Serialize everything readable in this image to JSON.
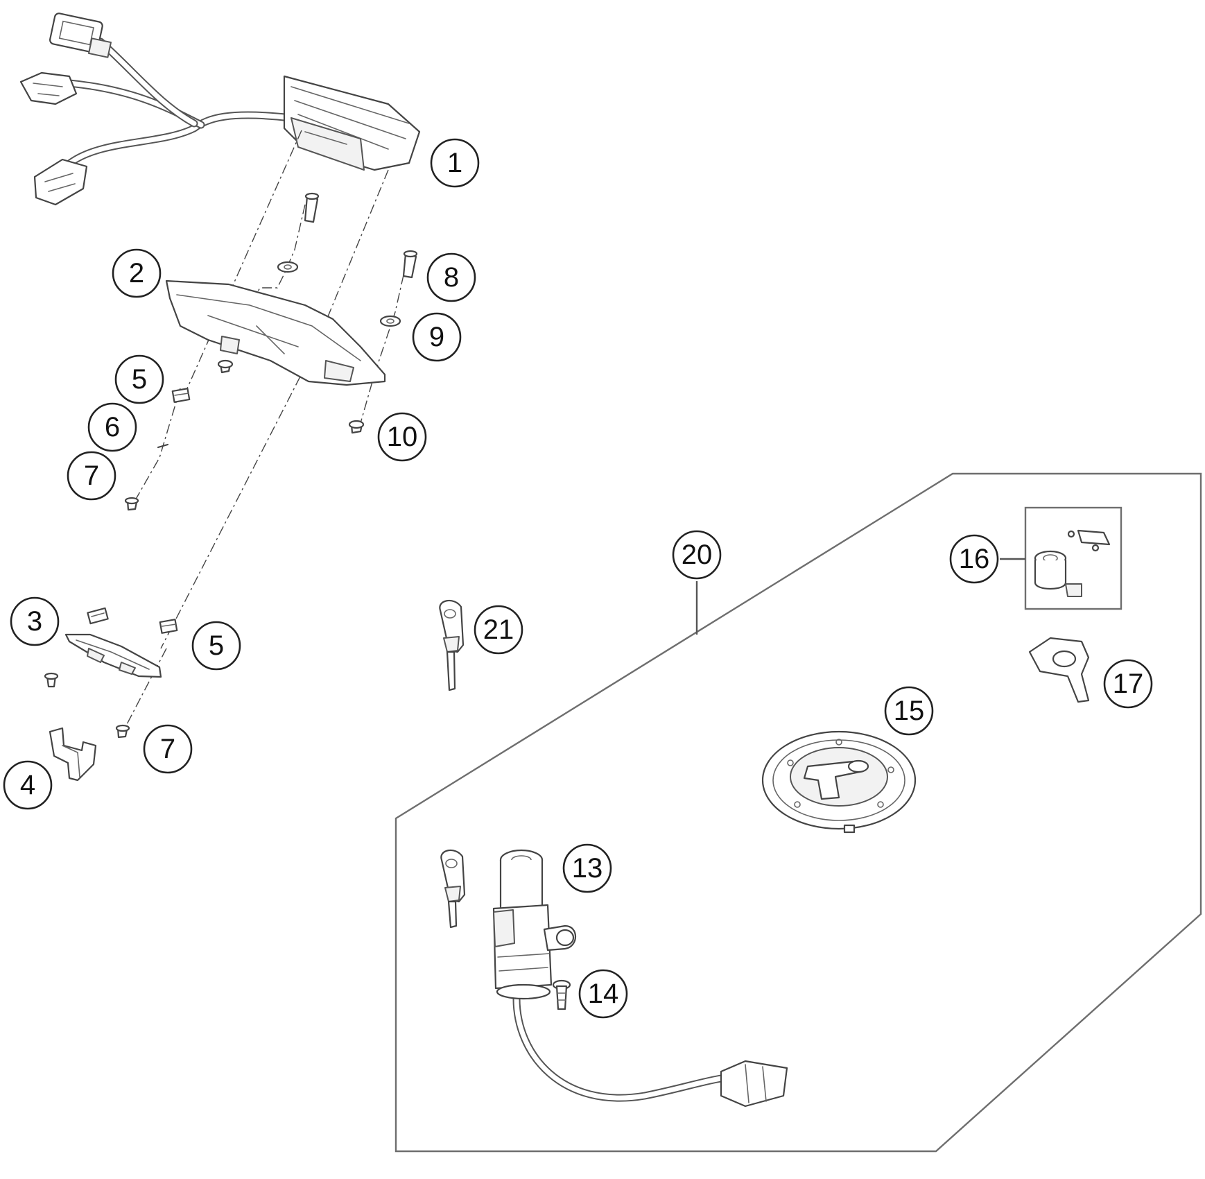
{
  "callouts": [
    {
      "id": "1",
      "label": "1"
    },
    {
      "id": "2",
      "label": "2"
    },
    {
      "id": "3",
      "label": "3"
    },
    {
      "id": "4",
      "label": "4"
    },
    {
      "id": "5a",
      "label": "5"
    },
    {
      "id": "5b",
      "label": "5"
    },
    {
      "id": "6",
      "label": "6"
    },
    {
      "id": "7a",
      "label": "7"
    },
    {
      "id": "7b",
      "label": "7"
    },
    {
      "id": "8",
      "label": "8"
    },
    {
      "id": "9",
      "label": "9"
    },
    {
      "id": "10",
      "label": "10"
    },
    {
      "id": "13",
      "label": "13"
    },
    {
      "id": "14",
      "label": "14"
    },
    {
      "id": "15",
      "label": "15"
    },
    {
      "id": "16",
      "label": "16"
    },
    {
      "id": "17",
      "label": "17"
    },
    {
      "id": "20",
      "label": "20"
    },
    {
      "id": "21",
      "label": "21"
    }
  ],
  "colors": {
    "line": "#444444",
    "group_outline": "#6e6e6e",
    "background": "#ffffff"
  }
}
